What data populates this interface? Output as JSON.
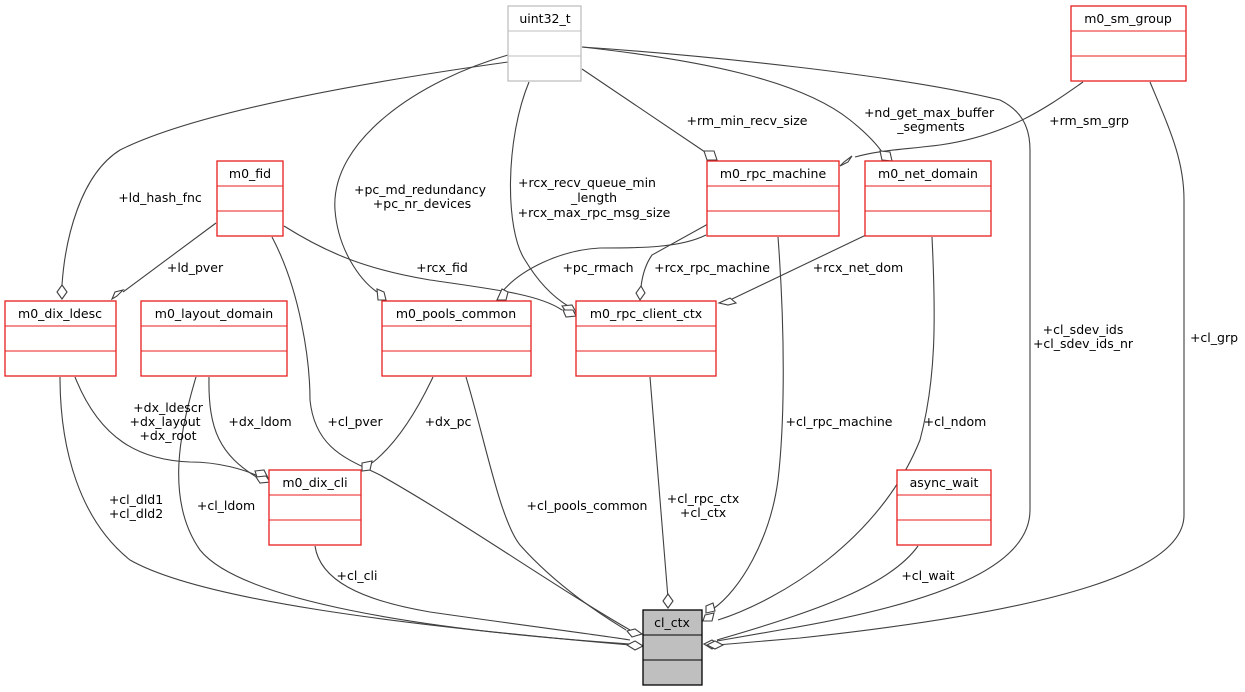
{
  "diagram": {
    "type": "collaboration-diagram",
    "focus_node": "cl_ctx",
    "colors": {
      "node_border": "#e81e1e",
      "external_border": "#bfbfbf",
      "focus_fill": "#bfbfbf",
      "edge": "#404040"
    },
    "nodes": {
      "uint32_t": "uint32_t",
      "m0_sm_group": "m0_sm_group",
      "m0_fid": "m0_fid",
      "m0_rpc_machine": "m0_rpc_machine",
      "m0_net_domain": "m0_net_domain",
      "m0_dix_ldesc": "m0_dix_ldesc",
      "m0_layout_domain": "m0_layout_domain",
      "m0_pools_common": "m0_pools_common",
      "m0_rpc_client_ctx": "m0_rpc_client_ctx",
      "m0_dix_cli": "m0_dix_cli",
      "async_wait": "async_wait",
      "cl_ctx": "cl_ctx"
    },
    "edge_labels": {
      "ld_hash_fnc": [
        "+ld_hash_fnc"
      ],
      "pc_md": [
        "+pc_md_redundancy",
        "+pc_nr_devices"
      ],
      "rcx_recv": [
        "+rcx_recv_queue_min",
        "_length",
        "+rcx_max_rpc_msg_size"
      ],
      "rm_min_recv_size": [
        "+rm_min_recv_size"
      ],
      "nd_get_max": [
        "+nd_get_max_buffer",
        "_segments"
      ],
      "rm_sm_grp": [
        "+rm_sm_grp"
      ],
      "ld_pver": [
        "+ld_pver"
      ],
      "rcx_fid": [
        "+rcx_fid"
      ],
      "pc_rmach": [
        "+pc_rmach"
      ],
      "rcx_rpc_machine": [
        "+rcx_rpc_machine"
      ],
      "rcx_net_dom": [
        "+rcx_net_dom"
      ],
      "cl_sdev": [
        "+cl_sdev_ids",
        "+cl_sdev_ids_nr"
      ],
      "cl_grp": [
        "+cl_grp"
      ],
      "dx_ldescr": [
        "+dx_ldescr",
        "+dx_layout",
        "+dx_root"
      ],
      "dx_ldom": [
        "+dx_ldom"
      ],
      "cl_pver": [
        "+cl_pver"
      ],
      "dx_pc": [
        "+dx_pc"
      ],
      "cl_rpc_machine": [
        "+cl_rpc_machine"
      ],
      "cl_ndom": [
        "+cl_ndom"
      ],
      "cl_dld": [
        "+cl_dld1",
        "+cl_dld2"
      ],
      "cl_ldom": [
        "+cl_ldom"
      ],
      "cl_pools_common": [
        "+cl_pools_common"
      ],
      "cl_rpc_ctx": [
        "+cl_rpc_ctx",
        "+cl_ctx"
      ],
      "cl_cli": [
        "+cl_cli"
      ],
      "cl_wait": [
        "+cl_wait"
      ]
    }
  }
}
